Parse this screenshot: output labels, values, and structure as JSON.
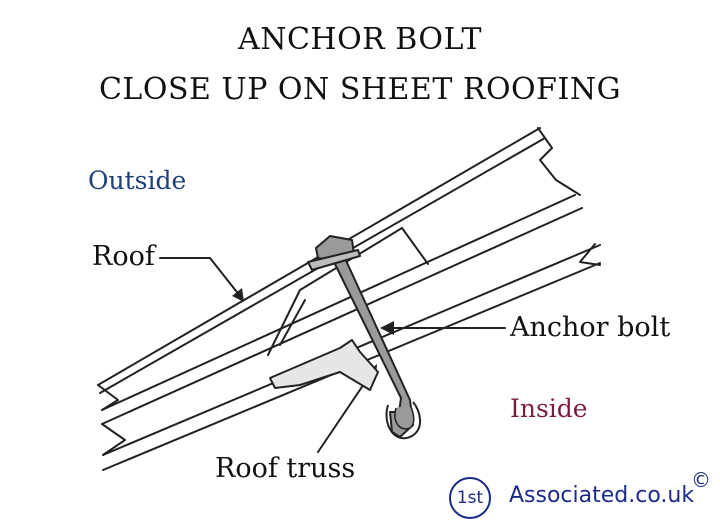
{
  "title_line1": "ANCHOR BOLT",
  "title_line2": "CLOSE UP ON SHEET ROOFING",
  "labels": {
    "outside": "Outside",
    "roof": "Roof",
    "anchor_bolt": "Anchor bolt",
    "inside": "Inside",
    "roof_truss": "Roof truss"
  },
  "logo": {
    "circle_text": "1st",
    "text": "Associated.co.uk",
    "copyright": "©"
  },
  "colors": {
    "outside": "#1f3f7a",
    "inside": "#7a1f3a",
    "logo": "#1d2b8a",
    "ink": "#222222",
    "truss_fill": "#e6e6e6",
    "bolt_fill": "#9a9a9a"
  }
}
